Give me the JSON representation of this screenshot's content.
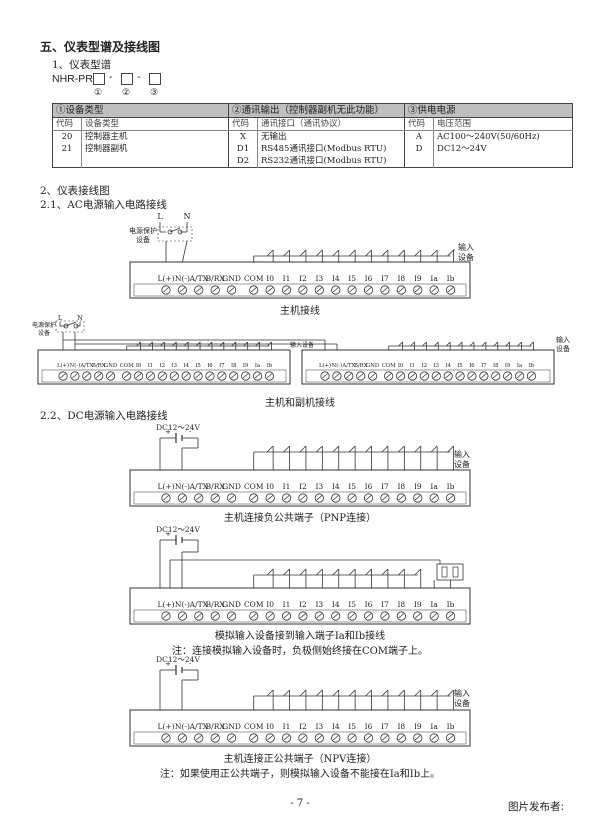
{
  "section_title": "五、仪表型谱及接线图",
  "model": {
    "subtitle": "1、仪表型谱",
    "prefix": "NHR-PR",
    "sep1": "-",
    "sep2": "-",
    "markers": [
      "①",
      "②",
      "③"
    ]
  },
  "table": {
    "headers": [
      "①设备类型",
      "②通讯输出（控制器副机无此功能）",
      "③供电电源"
    ],
    "subheaders": [
      "代码",
      "设备类型",
      "代码",
      "通讯接口（通讯协议）",
      "代码",
      "电压范围"
    ],
    "col1": [
      [
        "20",
        "控制器主机"
      ],
      [
        "21",
        "控制器副机"
      ]
    ],
    "col2": [
      [
        "X",
        "无输出"
      ],
      [
        "D1",
        "RS485通讯接口(Modbus RTU)"
      ],
      [
        "D2",
        "RS232通讯接口(Modbus RTU)"
      ]
    ],
    "col3": [
      [
        "A",
        "AC100～240V(50/60Hz)"
      ],
      [
        "D",
        "DC12～24V"
      ]
    ]
  },
  "wiring": {
    "title": "2、仪表接线图",
    "ac_title": "2.1、AC电源输入电路接线",
    "dc_title": "2.2、DC电源输入电路接线",
    "terminals": [
      "L(+)",
      "N(-)",
      "A/TX",
      "B/RX",
      "GND",
      "COM",
      "I0",
      "I1",
      "I2",
      "I3",
      "I4",
      "I5",
      "I6",
      "I7",
      "I8",
      "I9",
      "Ia",
      "Ib"
    ],
    "L": "L",
    "N": "N",
    "protect_label": "电源保护设备",
    "input_label": "输入设备",
    "dc_supply": "DC12～24V",
    "plus": "+",
    "minus": "-",
    "caption1": "主机接线",
    "caption2": "主机和副机接线",
    "caption3": "主机连接负公共端子（PNP连接）",
    "caption4": "模拟输入设备接到输入端子Ia和Ib接线",
    "note4": "注：连接模拟输入设备时，负极侧始终接在COM端子上。",
    "caption5": "主机连接正公共端子（NPV连接）",
    "note5": "注：如果使用正公共端子，则模拟输入设备不能接在Ia和Ib上。"
  },
  "footer": {
    "page": "- 7 -",
    "publisher": "图片发布者:"
  }
}
